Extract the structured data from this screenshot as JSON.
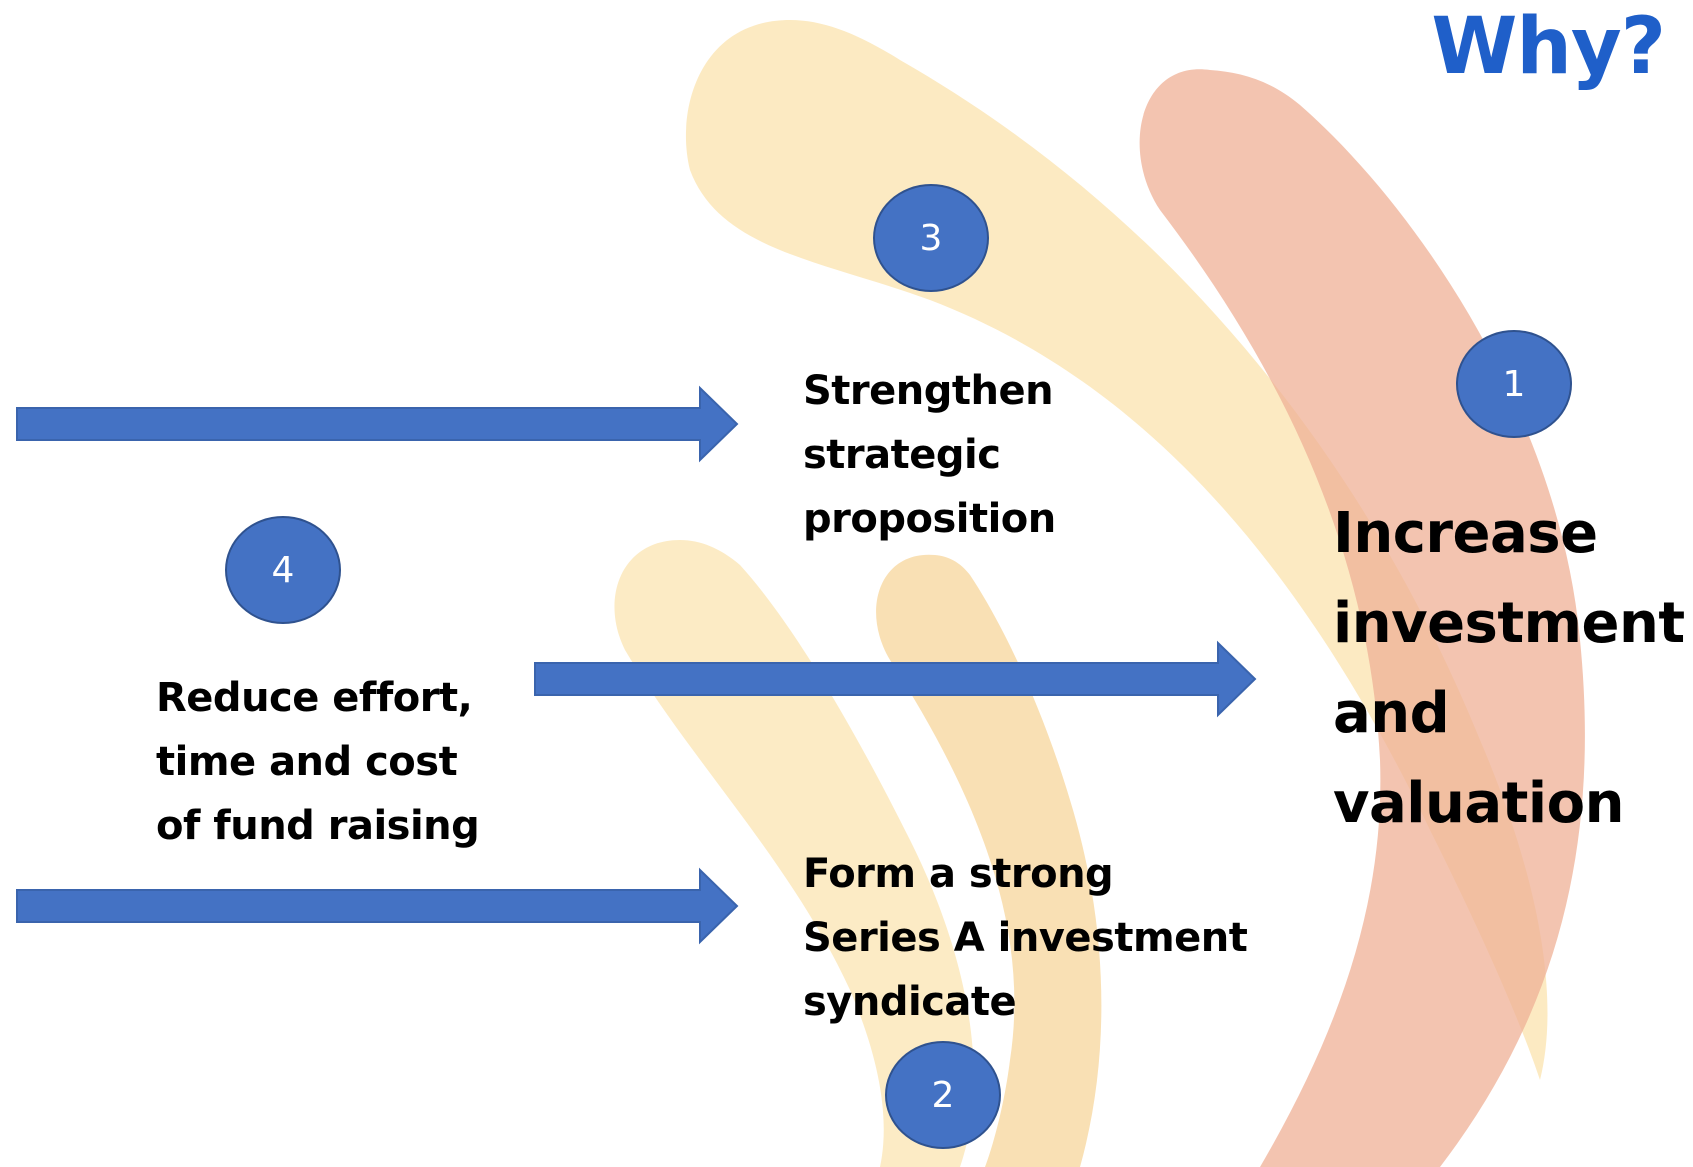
{
  "header": {
    "title": "Why?"
  },
  "goals": [
    {
      "number": "1",
      "lines": [
        "Increase",
        "investment",
        "and",
        "valuation"
      ]
    },
    {
      "number": "2",
      "lines": [
        "Form a strong",
        "Series A investment",
        "syndicate"
      ]
    },
    {
      "number": "3",
      "lines": [
        "Strengthen",
        "strategic",
        "proposition"
      ]
    },
    {
      "number": "4",
      "lines": [
        "Reduce effort,",
        "time and cost",
        "of fund raising"
      ]
    }
  ],
  "colors": {
    "title": "#1f5fc9",
    "badge": "#4472c4",
    "badge_border": "#2f528f",
    "arrow": "#4472c4",
    "arrow_border": "#3a64ad",
    "swoosh_light": "#fbe3ad",
    "swoosh_mid": "#f6cf8c",
    "swoosh_dark": "#efb095"
  }
}
